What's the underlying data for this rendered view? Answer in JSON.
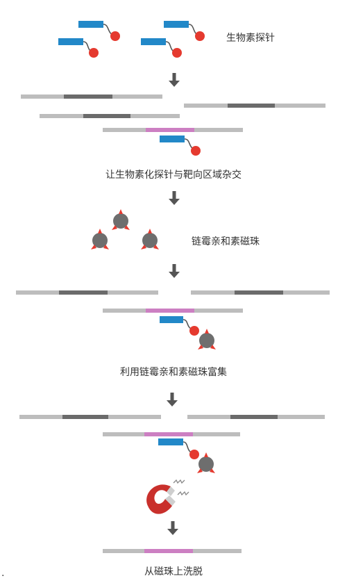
{
  "labels": {
    "probe": "生物素探针",
    "hybridize": "让生物素化探针与靶向区域杂交",
    "beads": "链霉亲和素磁珠",
    "enrich": "利用链霉亲和素磁珠富集",
    "elute": "从磁珠上洗脱"
  },
  "marker": ".",
  "colors": {
    "dna_light": "#bdbdbd",
    "dna_dark": "#6b6b6b",
    "target": "#cc7fc2",
    "probe": "#2288c8",
    "biotin": "#e53a2f",
    "bead": "#6e6e6e",
    "bead_tips": "#e53a2f",
    "magnet": "#c9302c",
    "arrow": "#555555",
    "link": "#555555"
  },
  "icons": [
    "down-arrow-icon",
    "biotin-probe-icon",
    "streptavidin-bead-icon",
    "magnet-icon"
  ]
}
